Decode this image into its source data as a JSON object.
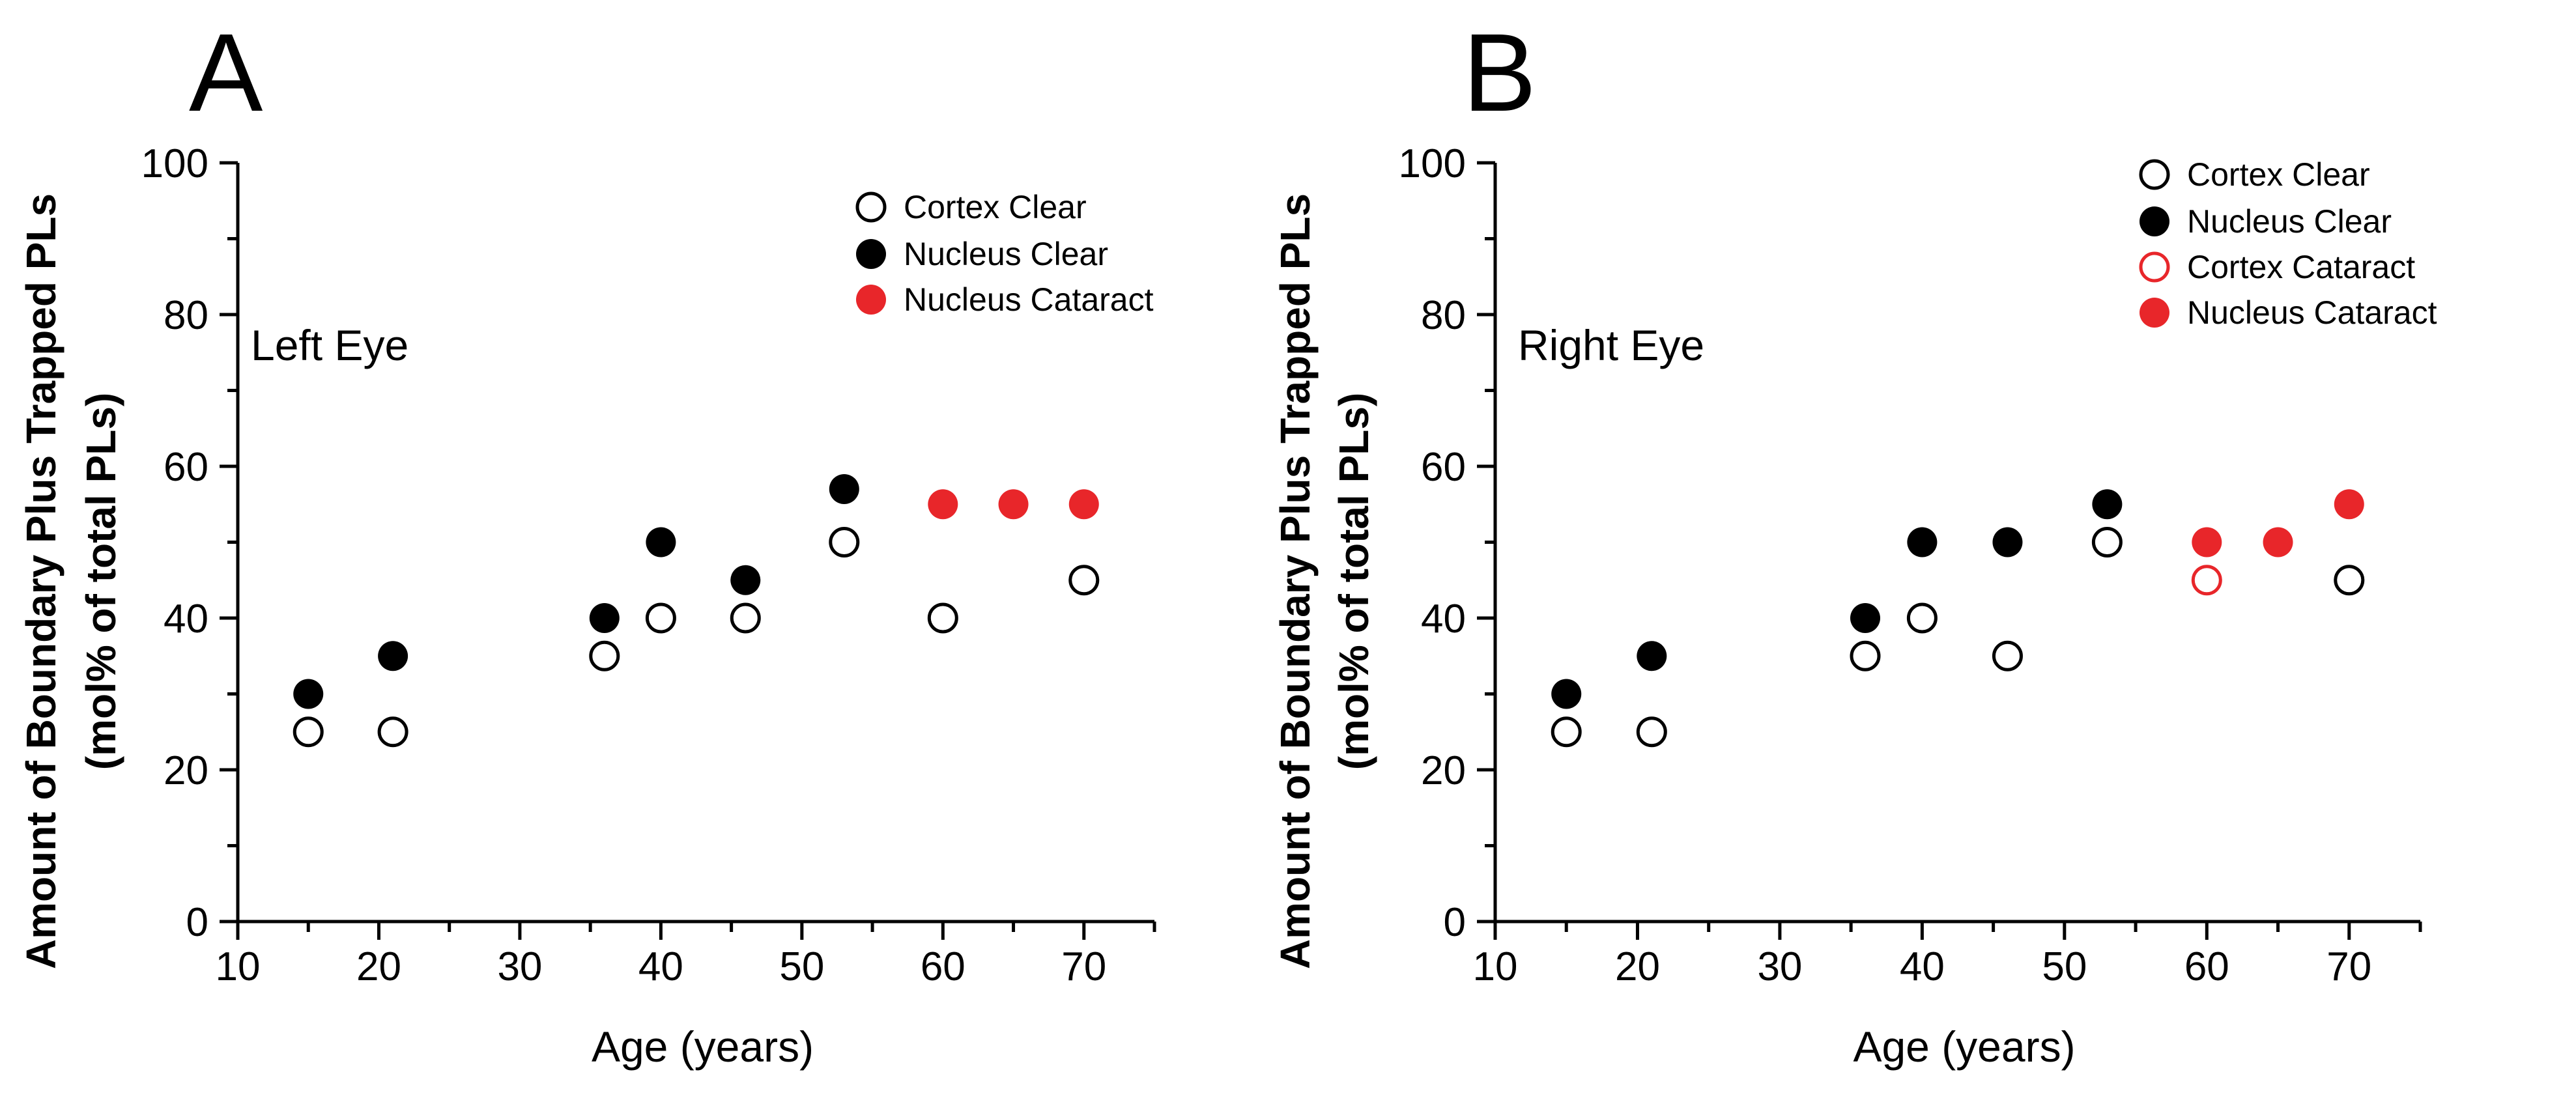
{
  "colors": {
    "black": "#000000",
    "red": "#e8262a",
    "background": "#ffffff"
  },
  "chart_data": [
    {
      "type": "scatter",
      "panel_label": "A",
      "annotation": "Left Eye",
      "xlabel": "Age (years)",
      "ylabel": [
        "Amount of Boundary Plus Trapped PLs",
        "(mol% of total PLs)"
      ],
      "xlim": [
        10,
        75
      ],
      "ylim": [
        0,
        100
      ],
      "xticks": [
        10,
        20,
        30,
        40,
        50,
        60,
        70
      ],
      "yticks": [
        0,
        20,
        40,
        60,
        80,
        100
      ],
      "grid": false,
      "legend_position": "top-right",
      "series": [
        {
          "name": "Cortex Clear",
          "marker": "open",
          "color": "#000000",
          "x": [
            15,
            21,
            36,
            40,
            46,
            53,
            60,
            70
          ],
          "y": [
            25,
            25,
            35,
            40,
            40,
            50,
            40,
            45
          ]
        },
        {
          "name": "Nucleus Clear",
          "marker": "filled",
          "color": "#000000",
          "x": [
            15,
            21,
            36,
            40,
            46,
            53
          ],
          "y": [
            30,
            35,
            40,
            50,
            45,
            57
          ]
        },
        {
          "name": "Nucleus Cataract",
          "marker": "filled",
          "color": "#e8262a",
          "x": [
            60,
            65,
            70
          ],
          "y": [
            55,
            55,
            55
          ]
        }
      ]
    },
    {
      "type": "scatter",
      "panel_label": "B",
      "annotation": "Right Eye",
      "xlabel": "Age (years)",
      "ylabel": [
        "Amount of Boundary Plus Trapped PLs",
        "(mol% of total PLs)"
      ],
      "xlim": [
        10,
        75
      ],
      "ylim": [
        0,
        100
      ],
      "xticks": [
        10,
        20,
        30,
        40,
        50,
        60,
        70
      ],
      "yticks": [
        0,
        20,
        40,
        60,
        80,
        100
      ],
      "grid": false,
      "legend_position": "top-right",
      "series": [
        {
          "name": "Cortex Clear",
          "marker": "open",
          "color": "#000000",
          "x": [
            15,
            21,
            36,
            40,
            46,
            53,
            70
          ],
          "y": [
            25,
            25,
            35,
            40,
            35,
            50,
            45
          ]
        },
        {
          "name": "Nucleus Clear",
          "marker": "filled",
          "color": "#000000",
          "x": [
            15,
            21,
            36,
            40,
            46,
            53
          ],
          "y": [
            30,
            35,
            40,
            50,
            50,
            55
          ]
        },
        {
          "name": "Cortex Cataract",
          "marker": "open",
          "color": "#e8262a",
          "x": [
            60
          ],
          "y": [
            45
          ]
        },
        {
          "name": "Nucleus Cataract",
          "marker": "filled",
          "color": "#e8262a",
          "x": [
            60,
            65,
            70
          ],
          "y": [
            50,
            50,
            55
          ]
        }
      ]
    }
  ]
}
